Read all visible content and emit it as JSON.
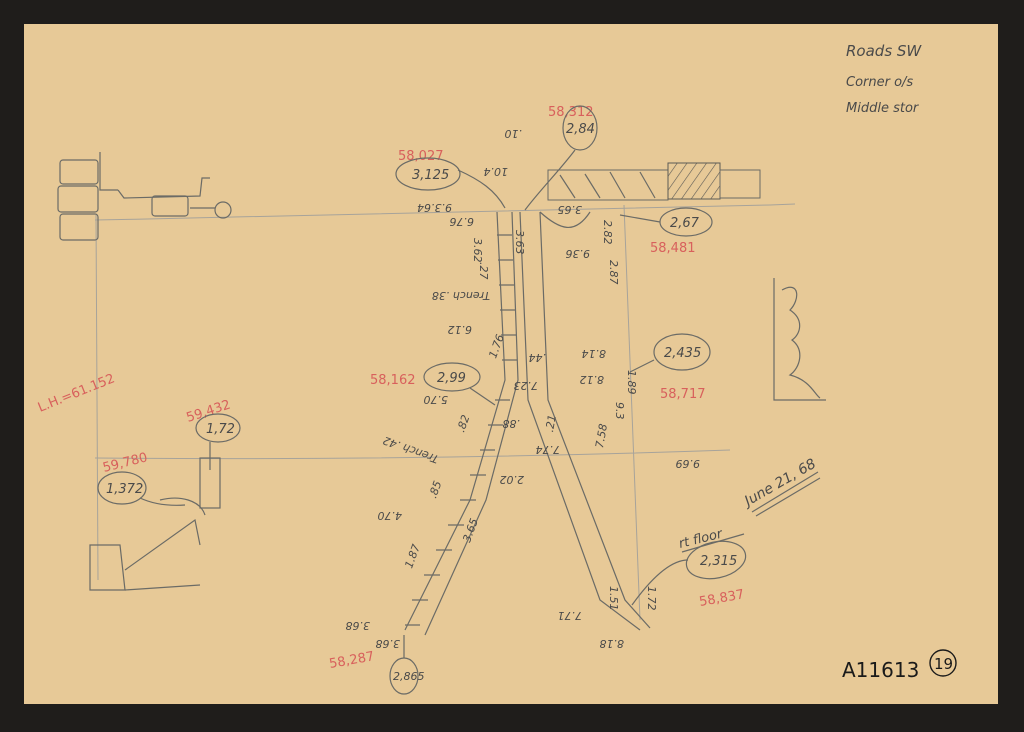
{
  "sheet": {
    "paper_color": "#e7c997",
    "background_color": "#1f1d1b",
    "header_note": [
      "Roads SW",
      "Corner o/s",
      "Middle stor"
    ],
    "catalog_number": "A11613",
    "page_number": "19",
    "date_note": "June 21, 68",
    "floor_note": "rt floor",
    "trench_labels": [
      "Trench .38",
      "Trench .42"
    ]
  },
  "red_elevations": [
    "58,027",
    "58,312",
    "58,481",
    "58,162",
    "58,717",
    "59,432",
    "59,780",
    "58,837",
    "58,287",
    "L.H.=61.152"
  ],
  "circled_values": [
    "3,125",
    "2,84",
    "2,67",
    "2,99",
    "2,435",
    "1,72",
    "1,372",
    "2,315",
    "2,865"
  ],
  "pencil_values": [
    ".10",
    "10.4",
    "9.3.64",
    "6.76",
    "3.62",
    "3.63",
    "3.65",
    "2.82",
    "9.36",
    "2.87",
    ".27",
    "6.12",
    "1.76",
    "5.70",
    ".82",
    ".88",
    "7.23",
    ".44",
    "8.14",
    "8.12",
    "1.89",
    "9.3",
    "9.69",
    "2.02",
    "7.74",
    ".21",
    "7.58",
    ".85",
    "4.70",
    "3.65",
    "1.87",
    "3.68",
    "3.68",
    "7.71",
    "8.18",
    "1.51",
    "1.72"
  ]
}
